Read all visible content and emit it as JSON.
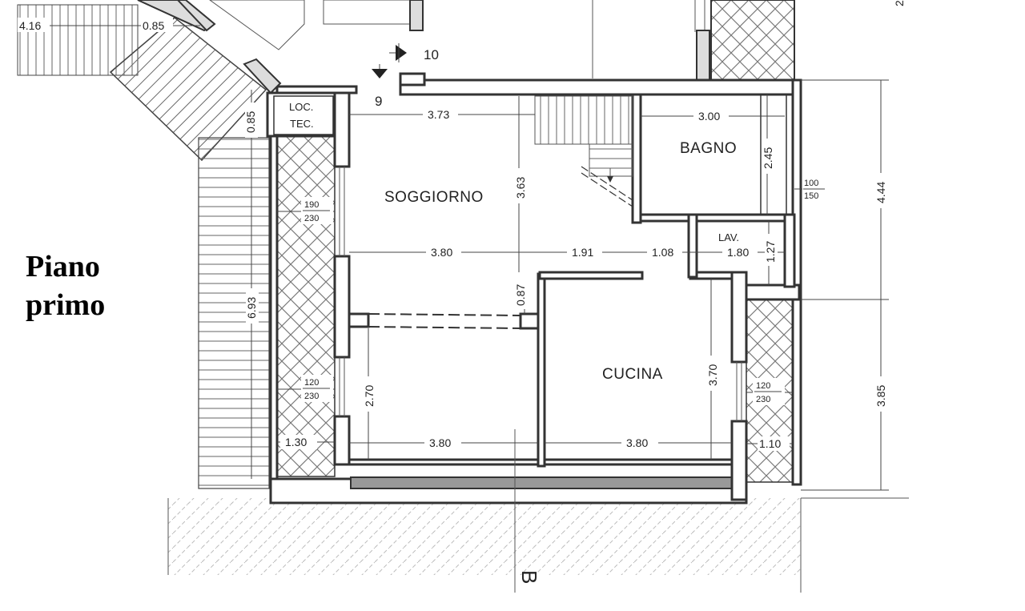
{
  "title": {
    "line1": "Piano",
    "line2": "primo"
  },
  "rooms": {
    "soggiorno": "SOGGIORNO",
    "bagno": "BAGNO",
    "cucina": "CUCINA",
    "lav": "LAV.",
    "loc_line1": "LOC.",
    "loc_line2": "TEC."
  },
  "markers": {
    "nine": "9",
    "ten": "10",
    "section_b": "B",
    "corner": "2"
  },
  "dimensions": {
    "d416": "4.16",
    "d085a": "0.85",
    "d085b": "0.85",
    "d373": "3.73",
    "d300": "3.00",
    "d363": "3.63",
    "d245": "2.45",
    "d444": "4.44",
    "d380a": "3.80",
    "d191": "1.91",
    "d108": "1.08",
    "d180": "1.80",
    "d127": "1.27",
    "d087": "0.87",
    "d693": "6.93",
    "d370": "3.70",
    "d270": "2.70",
    "d385": "3.85",
    "d130": "1.30",
    "d380b": "3.80",
    "d380c": "3.80",
    "d110": "1.10"
  },
  "windows": {
    "w1_num": "190",
    "w1_den": "230",
    "w2_num": "120",
    "w2_den": "230",
    "w3_num": "120",
    "w3_den": "230",
    "w4_num": "100",
    "w4_den": "150"
  }
}
